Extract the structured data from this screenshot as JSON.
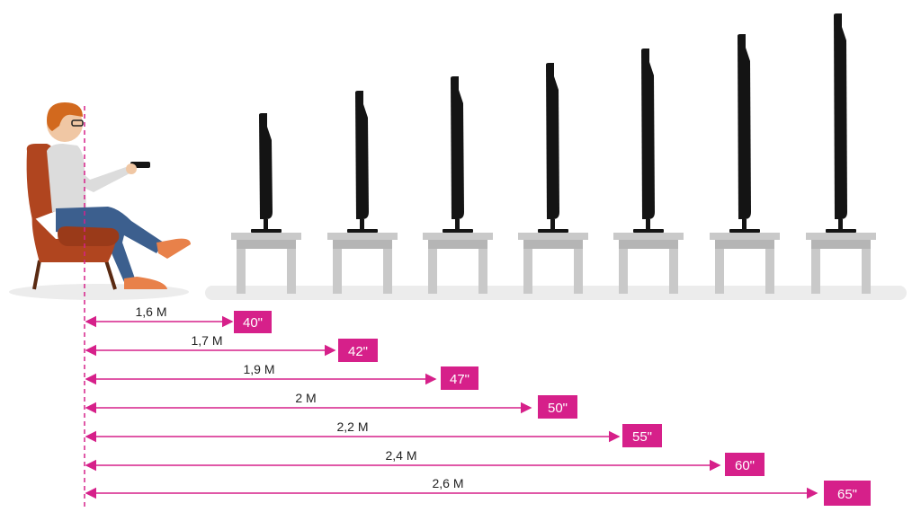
{
  "colors": {
    "accent": "#d6208a",
    "tv": "#141414",
    "table": "#c9c9c9",
    "floor": "#ececec",
    "chair": "#b0451f",
    "shirt": "#dcdcdc",
    "jeans": "#3c5f8e",
    "skin": "#f0c7a4",
    "hair": "#d2691e",
    "shoes": "#e8814a"
  },
  "icons": {
    "viewer": "person-in-armchair-with-remote-icon",
    "tv": "tv-side-view-icon",
    "stand": "table-icon"
  },
  "rows": [
    {
      "distance": "1,6 M",
      "size": "40\""
    },
    {
      "distance": "1,7 M",
      "size": "42\""
    },
    {
      "distance": "1,9 M",
      "size": "47\""
    },
    {
      "distance": "2 M",
      "size": "50\""
    },
    {
      "distance": "2,2 M",
      "size": "55\""
    },
    {
      "distance": "2,4 M",
      "size": "60\""
    },
    {
      "distance": "2,6 M",
      "size": "65\""
    }
  ]
}
